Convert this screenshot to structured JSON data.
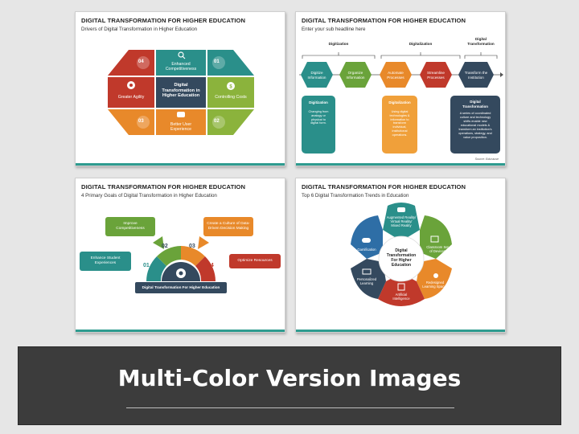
{
  "slide1": {
    "title": "DIGITAL TRANSFORMATION FOR HIGHER EDUCATION",
    "subtitle": "Drivers of Digital Transformation in Higher Education",
    "center": [
      "Digital",
      "Transformation in",
      "Higher Education"
    ],
    "items": [
      {
        "label": [
          "Enhanced",
          "Competitiveness"
        ],
        "num": "04",
        "num2": "01"
      },
      {
        "label": [
          "Greater Agility"
        ]
      },
      {
        "label": [
          "Controlling Costs"
        ]
      },
      {
        "label": [
          "Better User",
          "Experience"
        ],
        "num": "03",
        "num2": "02"
      }
    ],
    "colors": {
      "red": "#c0392b",
      "green": "#8bb33c",
      "orange": "#e8892a",
      "teal": "#2a8f8a",
      "navy": "#34495e"
    }
  },
  "slide2": {
    "title": "DIGITAL TRANSFORMATION FOR HIGHER EDUCATION",
    "subtitle": "Enter your sub headline here",
    "groups": [
      {
        "header": "Digitization"
      },
      {
        "header": "Digitalization"
      },
      {
        "header": [
          "Digital",
          "Transformation"
        ]
      }
    ],
    "steps": [
      [
        "Digitize",
        "Information"
      ],
      [
        "Organize",
        "Information"
      ],
      [
        "Automate",
        "Processes"
      ],
      [
        "Streamline",
        "Processes"
      ],
      [
        "Transform the",
        "Institution"
      ]
    ],
    "cards": [
      {
        "title": "Digitization",
        "text": [
          "Changing from",
          "analogy or",
          "physical to",
          "digital form."
        ]
      },
      {
        "title": "Digitalization",
        "text": [
          "Using digital",
          "technologies &",
          "information to",
          "transform",
          "individual,",
          "institutional",
          "operations."
        ]
      },
      {
        "title": [
          "Digital",
          "Transformation"
        ],
        "text": [
          "A series of coordinated",
          "culture and technology",
          "shifts enable new",
          "educational models &",
          "transform an institution's",
          "operations, strategy, and",
          "value proposition."
        ]
      }
    ],
    "source": "Source: Educause"
  },
  "slide3": {
    "title": "DIGITAL TRANSFORMATION FOR HIGHER EDUCATION",
    "subtitle": "4 Primary Goals of Digital Transformation in Higher Education",
    "goals": [
      {
        "num": "01",
        "label": [
          "Enhance Student",
          "Experiences"
        ]
      },
      {
        "num": "02",
        "label": [
          "Improve",
          "Competitiveness"
        ]
      },
      {
        "num": "03",
        "label": [
          "Create a Culture of Data-",
          "Driven Decision Making"
        ]
      },
      {
        "num": "04",
        "label": [
          "Optimize Resources"
        ]
      }
    ],
    "base": "Digital Transformation For Higher Education"
  },
  "slide4": {
    "title": "DIGITAL TRANSFORMATION FOR HIGHER EDUCATION",
    "subtitle": "Top 6 Digital Transformation Trends in Education",
    "center": [
      "Digital",
      "Transformation",
      "For Higher",
      "Education"
    ],
    "trends": [
      [
        "Augmented Reality/",
        "Virtual Reality/",
        "Mixed Reality"
      ],
      [
        "Classroom Set",
        "of Devices"
      ],
      [
        "Redesigned",
        "Learning Spaces"
      ],
      [
        "Artificial",
        "Intelligence"
      ],
      [
        "Personalized",
        "Learning"
      ],
      [
        "Gamification"
      ]
    ]
  },
  "banner": {
    "title": "Multi-Color Version Images"
  }
}
